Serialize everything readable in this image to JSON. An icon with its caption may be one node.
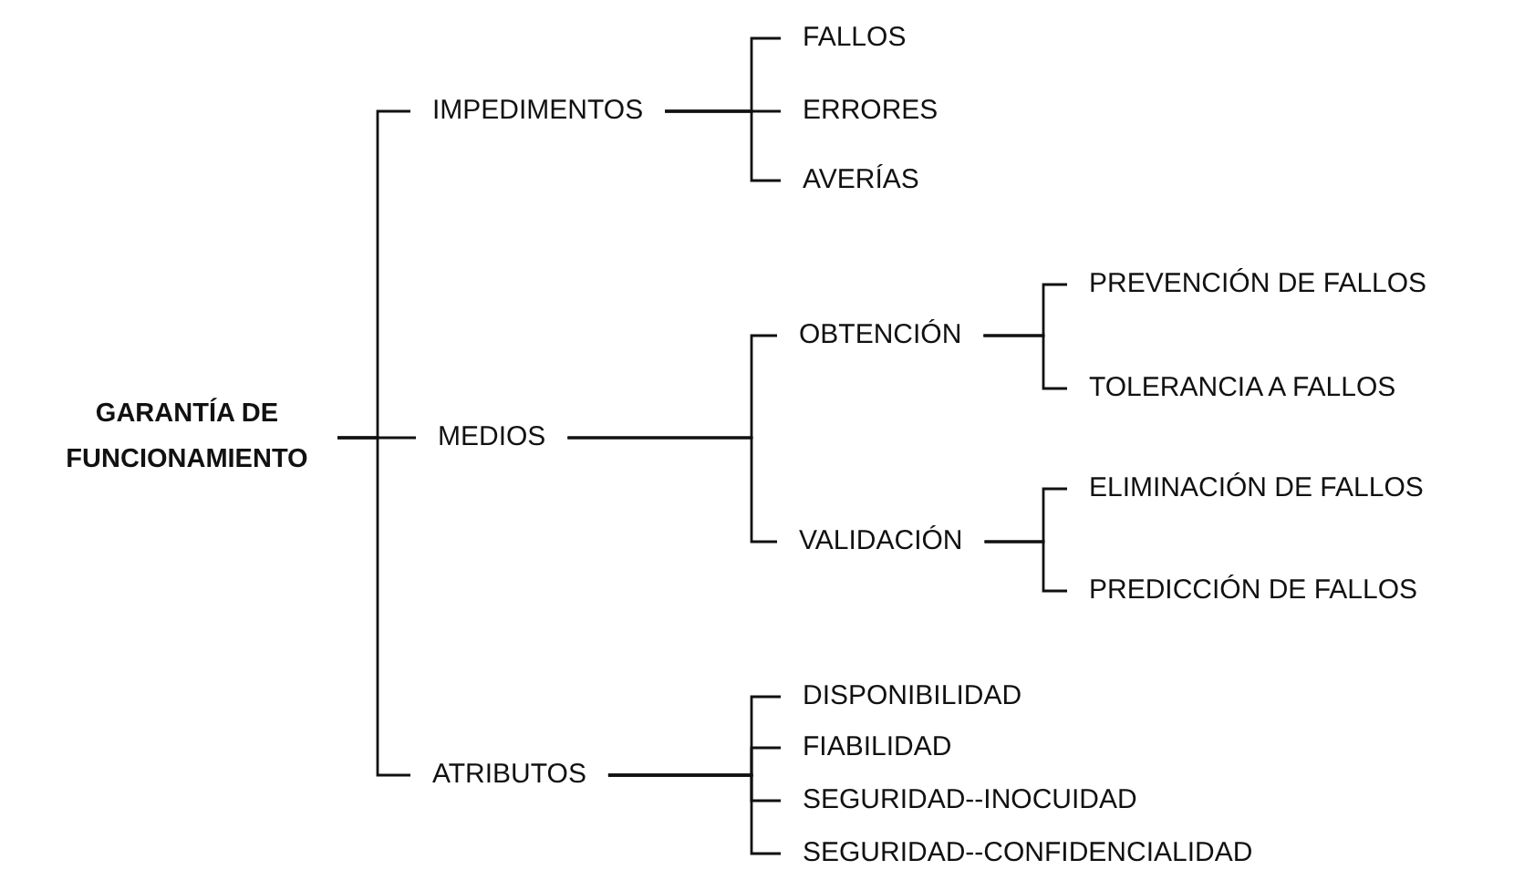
{
  "diagram": {
    "nodes": [
      {
        "text": [
          "GARANTÍA DE FUNCIONAMIENTO"
        ]
      },
      {
        "text": [
          "IMPEDIMENTOS"
        ]
      },
      {
        "text": [
          "FALLOS"
        ]
      },
      {
        "text": [
          "ERRORES"
        ]
      },
      {
        "text": [
          "AVERÍAS"
        ]
      },
      {
        "text": [
          "MEDIOS"
        ]
      },
      {
        "text": [
          "OBTENCIÓN"
        ]
      },
      {
        "text": [
          "PREVENCIÓN DE FALLOS"
        ]
      },
      {
        "text": [
          "TOLERANCIA A FALLOS"
        ]
      },
      {
        "text": [
          "VALIDACIÓN"
        ]
      },
      {
        "text": [
          "ELIMINACIÓN DE FALLOS"
        ]
      },
      {
        "text": [
          "PREDICCIÓN DE FALLOS"
        ]
      },
      {
        "text": [
          "ATRIBUTOS"
        ]
      },
      {
        "text": [
          "DISPONIBILIDAD"
        ]
      },
      {
        "text": [
          "FIABILIDAD"
        ]
      },
      {
        "text": [
          "SEGURIDAD--INOCUIDAD"
        ]
      },
      {
        "text": [
          "SEGURIDAD--CONFIDENCIALIDAD"
        ]
      }
    ],
    "edges": [
      {
        "from": 0,
        "to": 1,
        "arrow": "none"
      },
      {
        "from": 0,
        "to": 5,
        "arrow": "none"
      },
      {
        "from": 0,
        "to": 12,
        "arrow": "none"
      },
      {
        "from": 1,
        "to": 2,
        "arrow": "none"
      },
      {
        "from": 1,
        "to": 3,
        "arrow": "none"
      },
      {
        "from": 1,
        "to": 4,
        "arrow": "none"
      },
      {
        "from": 5,
        "to": 6,
        "arrow": "none"
      },
      {
        "from": 5,
        "to": 9,
        "arrow": "none"
      },
      {
        "from": 6,
        "to": 7,
        "arrow": "none"
      },
      {
        "from": 6,
        "to": 8,
        "arrow": "none"
      },
      {
        "from": 9,
        "to": 10,
        "arrow": "none"
      },
      {
        "from": 9,
        "to": 11,
        "arrow": "none"
      },
      {
        "from": 12,
        "to": 13,
        "arrow": "none"
      },
      {
        "from": 12,
        "to": 14,
        "arrow": "none"
      },
      {
        "from": 12,
        "to": 15,
        "arrow": "none"
      },
      {
        "from": 12,
        "to": 16,
        "arrow": "none"
      }
    ]
  }
}
